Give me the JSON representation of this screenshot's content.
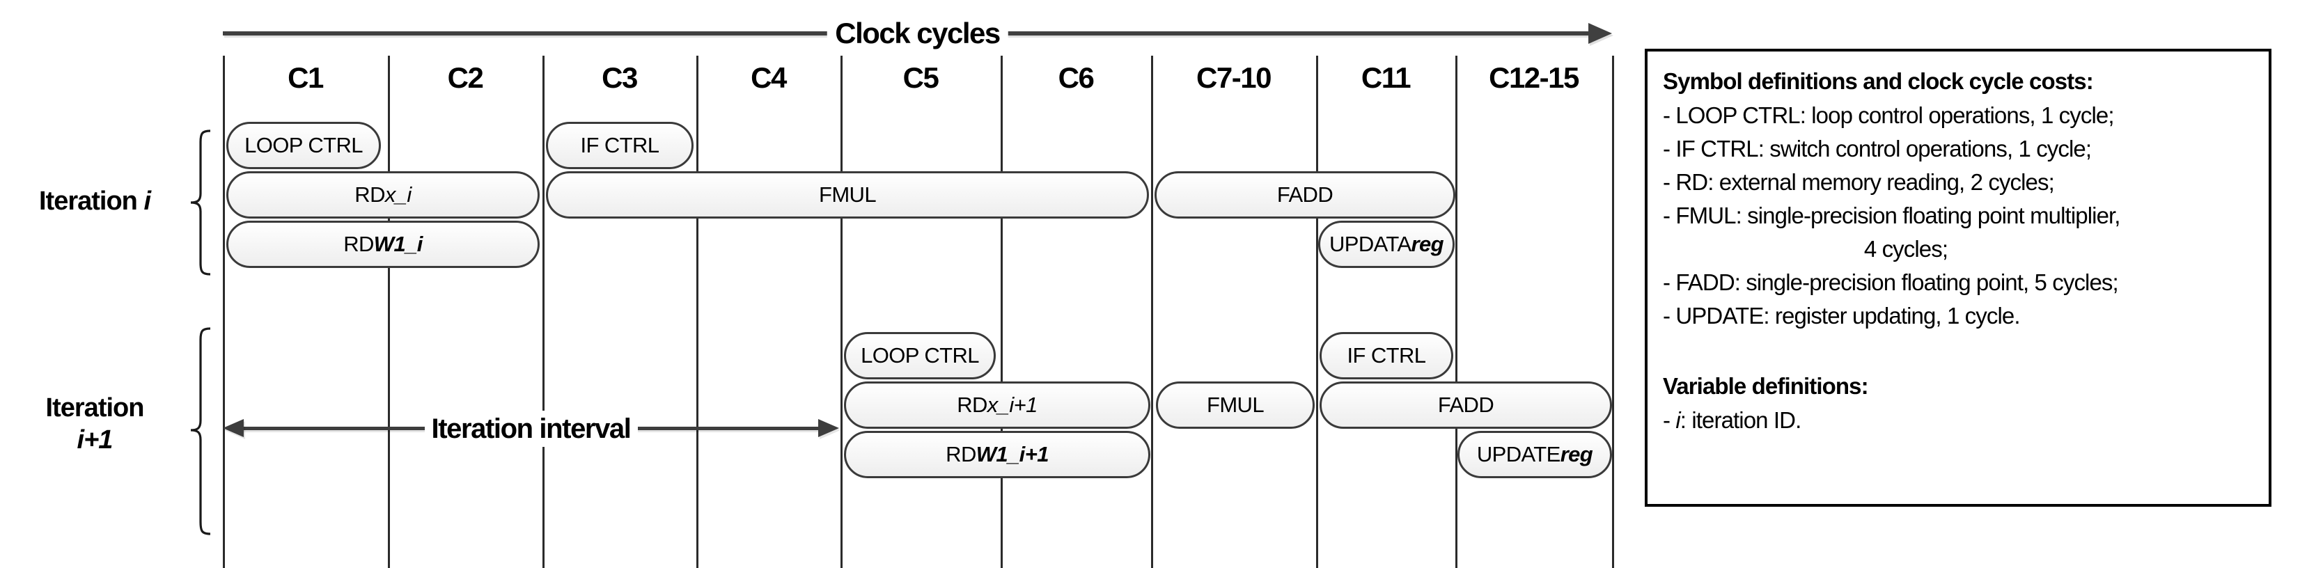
{
  "axis": {
    "label": "Clock cycles",
    "arrow_direction": "right"
  },
  "columns": [
    {
      "label": "C1"
    },
    {
      "label": "C2"
    },
    {
      "label": "C3"
    },
    {
      "label": "C4"
    },
    {
      "label": "C5"
    },
    {
      "label": "C6"
    },
    {
      "label": "C7-10"
    },
    {
      "label": "C11"
    },
    {
      "label": "C12-15"
    }
  ],
  "iterations": [
    {
      "label_line1": "Iteration",
      "label_italic": "i",
      "label_inline": true
    },
    {
      "label_line1": "Iteration",
      "label_italic": "i+1",
      "label_inline": false
    }
  ],
  "blocks": {
    "iteration_i": [
      {
        "name": "loop-ctrl",
        "text": "LOOP CTRL",
        "start_col": "C1",
        "span_cols": 1,
        "lane": 0
      },
      {
        "name": "if-ctrl",
        "text": "IF CTRL",
        "start_col": "C3",
        "span_cols": 1,
        "lane": 0
      },
      {
        "name": "rd-x",
        "text_plain": "RD ",
        "text_em": "x_i",
        "start_col": "C1",
        "span_cols": 2,
        "lane": 1
      },
      {
        "name": "fmul",
        "text": "FMUL",
        "start_col": "C3",
        "span_cols": 4,
        "lane": 1
      },
      {
        "name": "fadd",
        "text": "FADD",
        "start_col": "C7-10",
        "span_cols": 2,
        "lane": 1
      },
      {
        "name": "rd-w1",
        "text_plain": "RD ",
        "text_em": "W1_i",
        "start_col": "C1",
        "span_cols": 2,
        "lane": 2
      },
      {
        "name": "updata-reg",
        "text_plain": "UPDATA ",
        "text_em": "reg",
        "start_col": "C11",
        "span_cols": 1,
        "lane": 2
      }
    ],
    "iteration_i1": [
      {
        "name": "loop-ctrl",
        "text": "LOOP CTRL",
        "start_col": "C5",
        "span_cols": 1,
        "lane": 0
      },
      {
        "name": "if-ctrl",
        "text": "IF CTRL",
        "start_col": "C11",
        "span_cols": 1,
        "lane": 0
      },
      {
        "name": "rd-x",
        "text_plain": "RD ",
        "text_em": "x_i+1",
        "start_col": "C5",
        "span_cols": 2,
        "lane": 1
      },
      {
        "name": "fmul",
        "text": "FMUL",
        "start_col": "C7-10",
        "span_cols": 1,
        "lane": 1
      },
      {
        "name": "fadd",
        "text": "FADD",
        "start_col": "C11",
        "span_cols": 2,
        "lane": 1
      },
      {
        "name": "rd-w1",
        "text_plain": "RD ",
        "text_em": "W1_i+1",
        "start_col": "C5",
        "span_cols": 2,
        "lane": 2
      },
      {
        "name": "update-reg",
        "text_plain": "UPDATE ",
        "text_em": "reg",
        "start_col": "C12-15",
        "span_cols": 1,
        "lane": 2
      }
    ]
  },
  "interval": {
    "label": "Iteration interval",
    "arrow_direction": "both"
  },
  "legend": {
    "heading_symbols": "Symbol definitions and clock cycle costs:",
    "items_symbols": [
      "- LOOP CTRL: loop control operations, 1 cycle;",
      "- IF CTRL: switch control operations, 1 cycle;",
      "- RD: external memory reading, 2 cycles;",
      "- FMUL: single-precision floating point multiplier,",
      "4 cycles;",
      "- FADD: single-precision floating point, 5 cycles;",
      "- UPDATE: register updating, 1 cycle."
    ],
    "heading_variables": "Variable definitions:",
    "items_variables_prefix": "- ",
    "items_variables_italic": "i",
    "items_variables_suffix": ": iteration ID."
  },
  "colors": {
    "block_border": "#3a3a3a",
    "block_fill_top": "#ffffff",
    "block_fill_bottom": "#eeeeee",
    "gridline": "#2b2b2b",
    "axis": "#404040",
    "legend_border": "#000000",
    "text": "#000000"
  }
}
